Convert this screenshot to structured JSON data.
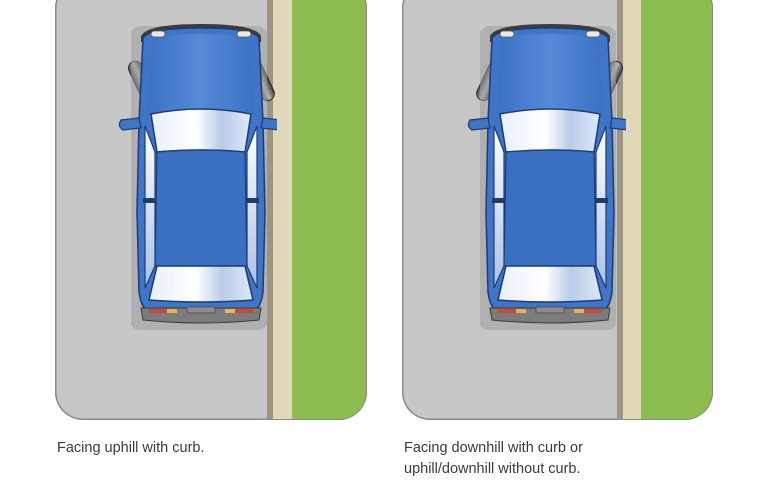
{
  "panels": [
    {
      "id": "uphill-with-curb",
      "caption_lines": [
        "Facing uphill with curb."
      ],
      "wheel_direction": "left (away from curb)",
      "colors": {
        "road": "#c7c7c7",
        "curb_edge": "#9b9582",
        "curb": "#e1d7b9",
        "grass": "#8cbd4e",
        "car_body": "#3f74c6"
      }
    },
    {
      "id": "downhill-with-curb-or-no-curb",
      "caption_lines": [
        "Facing downhill with curb or",
        "uphill/downhill without curb."
      ],
      "wheel_direction": "right (toward curb)",
      "colors": {
        "road": "#c7c7c7",
        "curb_edge": "#9b9582",
        "curb": "#e1d7b9",
        "grass": "#8cbd4e",
        "car_body": "#3f74c6"
      }
    }
  ]
}
